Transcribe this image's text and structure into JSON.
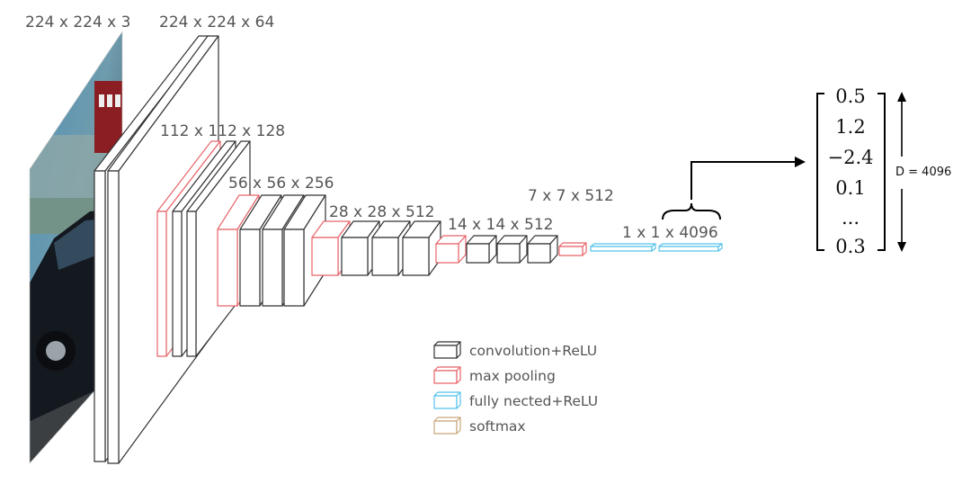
{
  "dimension_labels": {
    "input": "224 x 224 x 3",
    "conv1": "224 x 224 x 64",
    "conv2": "112 x 112 x 128",
    "conv3": "56 x 56 x 256",
    "conv4": "28 x 28 x 512",
    "conv5": "14 x 14 x 512",
    "pool5": "7 x 7 x 512",
    "fc": "1 x 1 x 4096"
  },
  "vector": {
    "values": [
      "0.5",
      "1.2",
      "−2.4",
      "0.1",
      "...",
      "0.3"
    ],
    "dimension_label": "D = 4096"
  },
  "legend": [
    {
      "label": "convolution+ReLU",
      "color": "#333333"
    },
    {
      "label": "max pooling",
      "color": "#e8646a"
    },
    {
      "label": "fully nected+ReLU",
      "color": "#55c2ea"
    },
    {
      "label": "softmax",
      "color": "#c9a77c"
    }
  ],
  "colors": {
    "conv": "#333333",
    "pool": "#e8646a",
    "fc": "#55c2ea",
    "softmax": "#c9a77c"
  }
}
